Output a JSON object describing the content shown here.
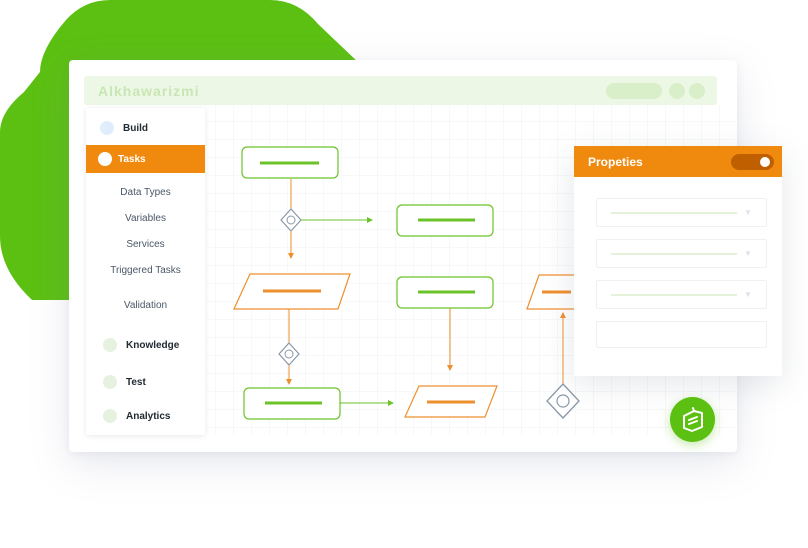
{
  "app": {
    "title": "Alkhawarizmi"
  },
  "sidebar": {
    "items": [
      {
        "label": "Build"
      },
      {
        "label": "Tasks",
        "active": true
      },
      {
        "label": "Knowledge"
      },
      {
        "label": "Test"
      },
      {
        "label": "Analytics"
      }
    ],
    "sub_items": [
      {
        "label": "Data Types"
      },
      {
        "label": "Variables"
      },
      {
        "label": "Services"
      },
      {
        "label": "Triggered Tasks"
      },
      {
        "label": "Validation"
      }
    ]
  },
  "properties_panel": {
    "title": "Propeties",
    "toggle_on": true
  },
  "icons": {
    "fab": "flow-builder-icon",
    "field_caret": "chevron-down-icon"
  },
  "colors": {
    "accent_orange": "#f08a0f",
    "brand_green": "#5cc012",
    "node_green": "#6cc329",
    "node_orange": "#ee8f2e"
  }
}
